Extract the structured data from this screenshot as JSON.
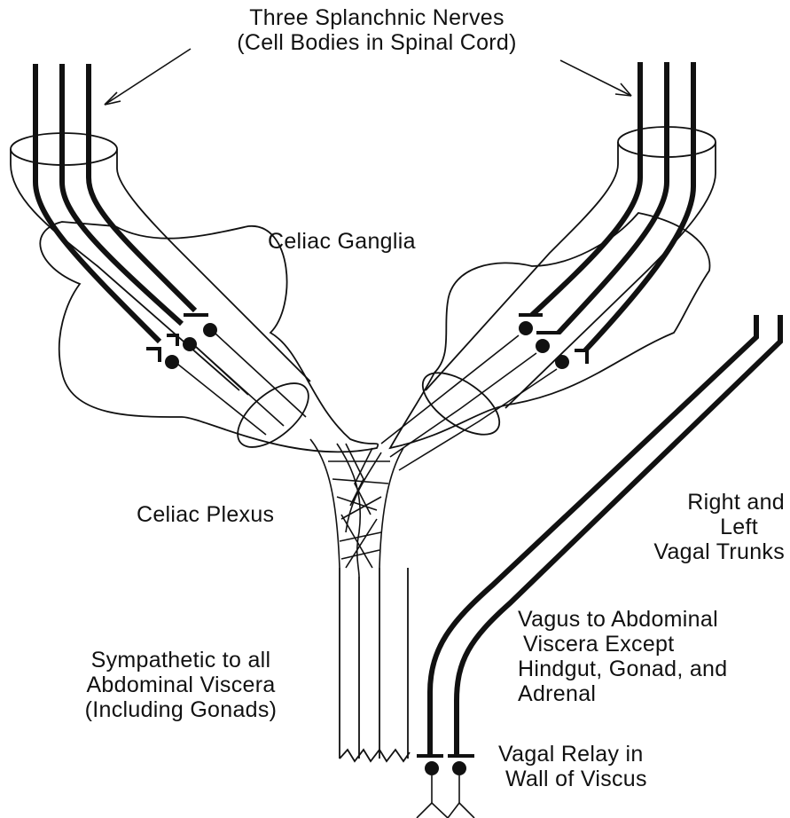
{
  "labels": {
    "splanchnic_line1": "Three Splanchnic Nerves",
    "splanchnic_line2": "(Cell Bodies in Spinal Cord)",
    "celiac_ganglia": "Celiac Ganglia",
    "celiac_plexus": "Celiac Plexus",
    "vagal_trunks_line1": "Right and",
    "vagal_trunks_line2": "Left",
    "vagal_trunks_line3": "Vagal Trunks",
    "vagus_line1": "Vagus to Abdominal",
    "vagus_line2": "Viscera Except",
    "vagus_line3": "Hindgut, Gonad, and",
    "vagus_line4": "Adrenal",
    "sympathetic_line1": "Sympathetic to all",
    "sympathetic_line2": "Abdominal Viscera",
    "sympathetic_line3": "(Including Gonads)",
    "relay_line1": "Vagal Relay in",
    "relay_line2": "Wall of Viscus"
  },
  "colors": {
    "ink": "#111111",
    "background": "#ffffff"
  }
}
